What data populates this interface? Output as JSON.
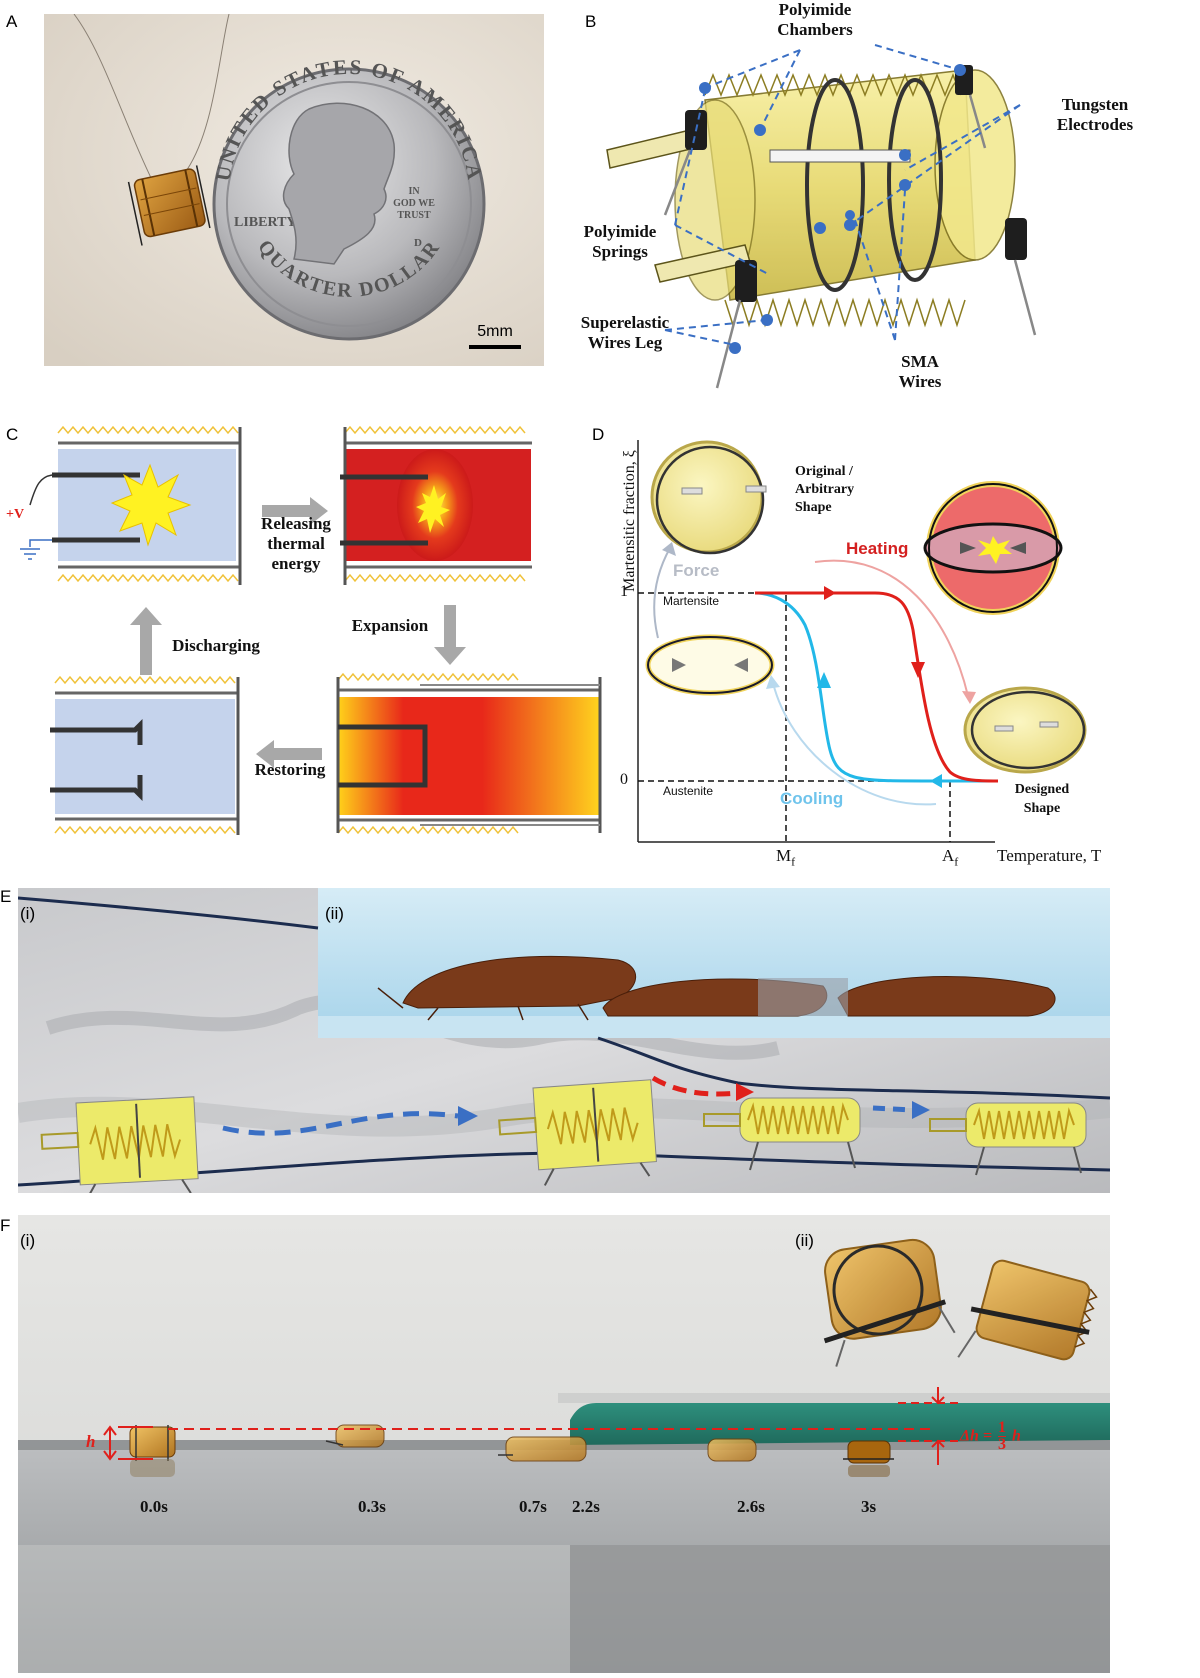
{
  "panels": {
    "A": {
      "letter": "A",
      "scale_bar": "5mm",
      "coin_text": {
        "top": "UNITED STATES OF AMERICA",
        "liberty": "LIBERTY",
        "motto": [
          "IN",
          "GOD WE",
          "TRUST"
        ],
        "mint": "D",
        "bottom": "QUARTER DOLLAR"
      }
    },
    "B": {
      "letter": "B",
      "labels": {
        "chambers": [
          "Polyimide",
          "Chambers"
        ],
        "electrodes": [
          "Tungsten",
          "Electrodes"
        ],
        "springs": [
          "Polyimide",
          "Springs"
        ],
        "legs": [
          "Superelastic",
          "Wires Leg"
        ],
        "sma": [
          "SMA",
          "Wires"
        ]
      }
    },
    "C": {
      "letter": "C",
      "voltage": "+V",
      "steps": {
        "releasing": [
          "Releasing",
          "thermal",
          "energy"
        ],
        "expansion": "Expansion",
        "restoring": "Restoring",
        "discharging": "Discharging"
      }
    },
    "D": {
      "letter": "D",
      "y_axis_label": "Martensitic fraction, ξ",
      "x_axis_label": "Temperature, T",
      "tick_one": "1",
      "tick_zero": "0",
      "martensite": "Martensite",
      "austenite": "Austenite",
      "mf": "M",
      "mf_sub": "f",
      "af": "A",
      "af_sub": "f",
      "force": "Force",
      "heating": "Heating",
      "cooling": "Cooling",
      "original_shape": [
        "Original /",
        "Arbitrary",
        "Shape"
      ],
      "designed_shape": [
        "Designed",
        "Shape"
      ]
    },
    "E": {
      "letter": "E",
      "sub_i": "(i)",
      "sub_ii": "(ii)"
    },
    "F": {
      "letter": "F",
      "sub_i": "(i)",
      "sub_ii": "(ii)",
      "h_label": "h",
      "delta_h": "Δh =",
      "frac_num": "1",
      "frac_den": "3",
      "frac_var": "h",
      "times": [
        "0.0s",
        "0.3s",
        "0.7s",
        "2.2s",
        "2.6s",
        "3s"
      ]
    }
  },
  "colors": {
    "blue_dash": "#3a6fc4",
    "red": "#e0201b",
    "cyan": "#22b8e8",
    "yellow_body": "#e8e26a",
    "navy_line": "#1c2c4e"
  }
}
